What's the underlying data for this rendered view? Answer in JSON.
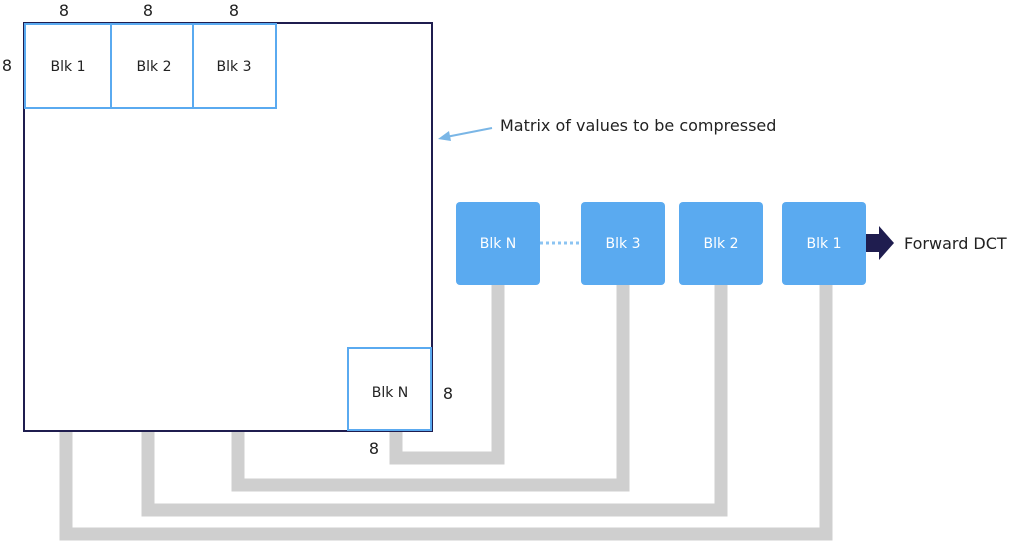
{
  "dimension_labels": {
    "top": [
      "8",
      "8",
      "8"
    ],
    "left": "8",
    "blk_n_right": "8",
    "blk_n_bottom": "8"
  },
  "matrix": {
    "blocks": [
      "Blk 1",
      "Blk 2",
      "Blk 3"
    ],
    "last_block": "Blk N",
    "annotation": "Matrix of values to be compressed"
  },
  "queue": {
    "blocks": [
      "Blk N",
      "Blk 3",
      "Blk 2",
      "Blk 1"
    ],
    "output_label": "Forward DCT"
  },
  "colors": {
    "matrix_border": "#1f1d4f",
    "block_border": "#5aaaf0",
    "queue_fill": "#5aaaf0",
    "queue_text": "#ffffff",
    "pipe": "#cfcfcf",
    "arrow": "#1f1d4f",
    "annotation_arrow": "#7ab6e6",
    "dotted_link": "#8cc4f2"
  }
}
